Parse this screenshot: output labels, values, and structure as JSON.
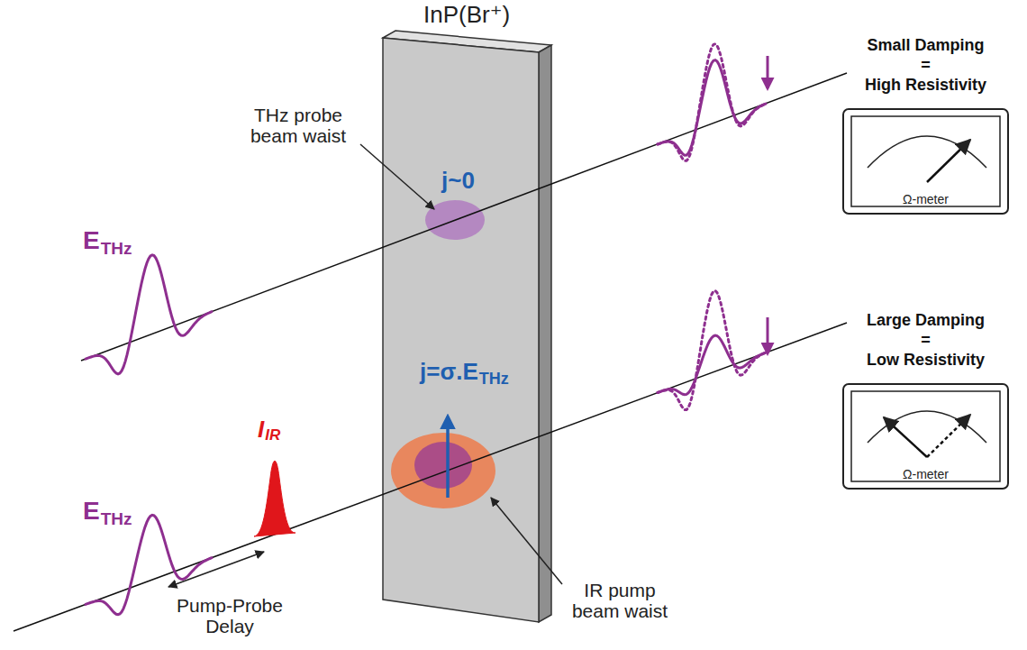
{
  "diagram": {
    "nodes": [
      {
        "text": [
          "Small Damping = High Resistivity",
          "Ω-meter"
        ]
      },
      {
        "text": [
          "Large Damping = Low Resistivity",
          "Ω-meter"
        ]
      }
    ],
    "labels": [
      "InP(Br⁺)",
      "THz probe beam waist",
      "j~0",
      "E",
      "THz",
      "E",
      "THz",
      "I",
      "IR",
      "j=σ.E",
      "THz",
      "Pump-Probe Delay",
      "IR pump beam waist"
    ]
  }
}
